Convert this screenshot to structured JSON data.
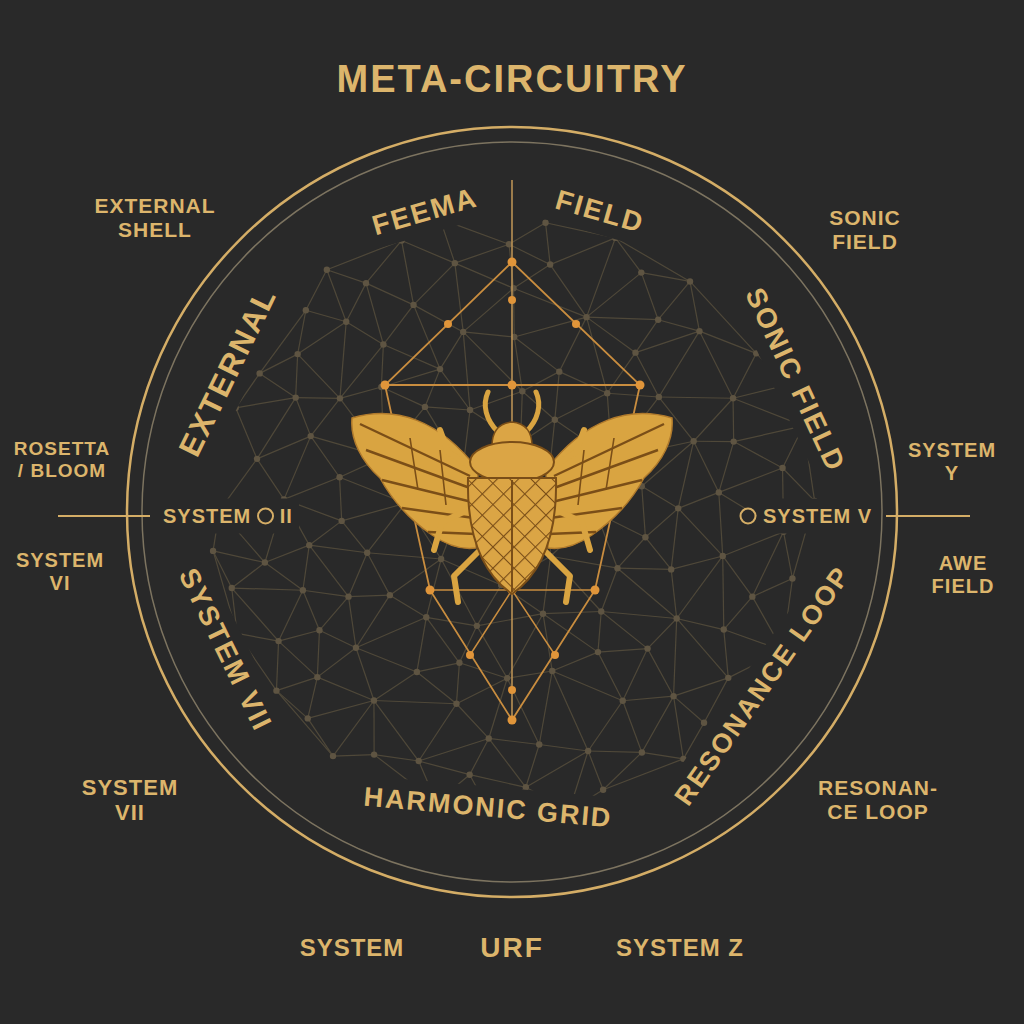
{
  "diagram": {
    "title": "META-CIRCUITRY",
    "labels": [
      "EXTERNAL SHELL",
      "FEEMA",
      "FIELD",
      "SONIC FIELD",
      "EXTERNAL",
      "SONIC FIELD",
      "ROSETTA / BLOOM",
      "SYSTEM II",
      "SYSTEM V",
      "SYSTEM Y",
      "SYSTEM VI",
      "AWE FIELD",
      "SYSTEM VII",
      "RESONANCE LOOP",
      "SYSTEM VII",
      "RESONAN- CE LOOP",
      "HARMONIC GRID",
      "SYSTEM",
      "URF",
      "SYSTEM Z"
    ]
  }
}
